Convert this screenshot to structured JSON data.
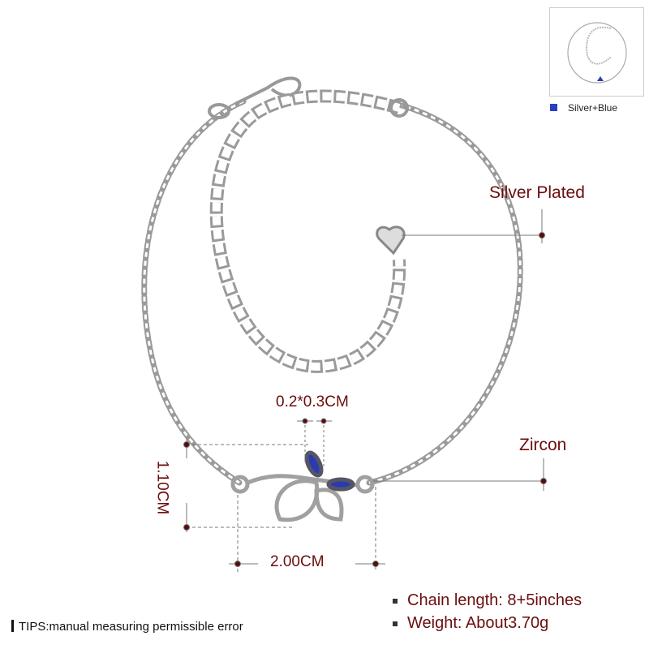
{
  "variant": {
    "swatch_color": "#2b3fc4",
    "label": "Silver+Blue"
  },
  "annotations": {
    "material": "Silver Plated",
    "stone": "Zircon",
    "stone_size": "0.2*0.3CM",
    "height": "1.10CM",
    "width": "2.00CM"
  },
  "specs": [
    {
      "text": "Chain length: 8+5inches"
    },
    {
      "text": "Weight: About3.70g"
    }
  ],
  "tips": "TIPS:manual measuring permissible error",
  "colors": {
    "annotation": "#6b0d0d",
    "zircon": "#2a3bb0"
  }
}
